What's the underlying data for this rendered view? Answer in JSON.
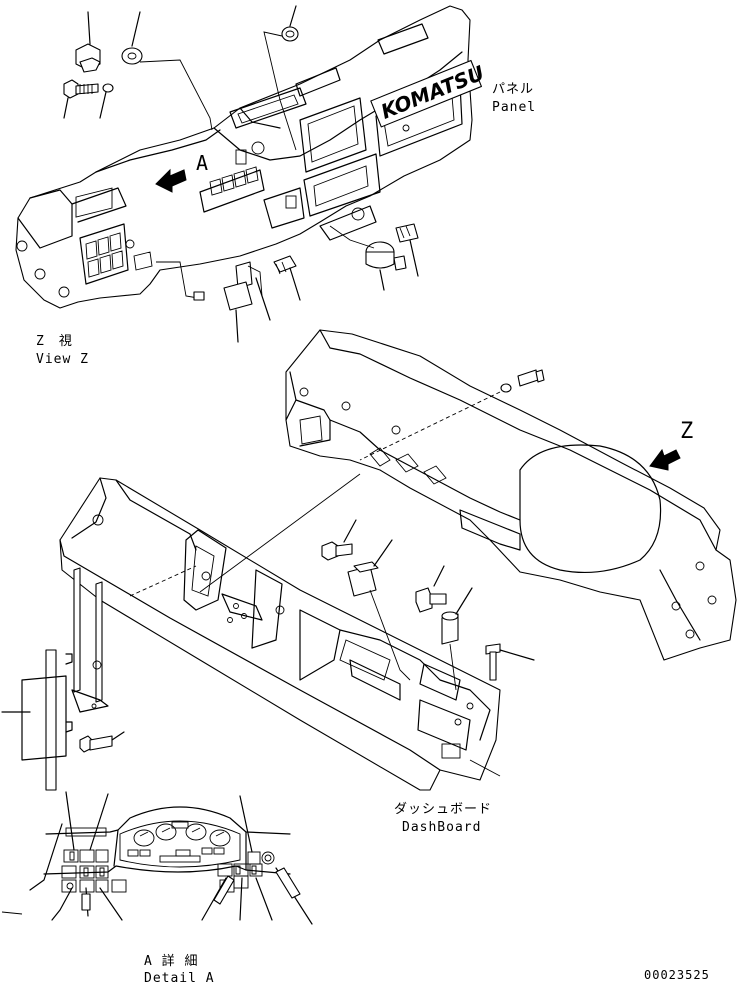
{
  "labels": {
    "panel_jp": "パネル",
    "panel_en": "Panel",
    "viewz_jp": "Z　視",
    "viewz_en": "View Z",
    "z_marker": "Z",
    "a_marker": "A",
    "dashboard_jp": "ダッシュボード",
    "dashboard_en": "DashBoard",
    "detail_jp": "A 詳 細",
    "detail_en": "Detail A",
    "part_number": "00023525"
  },
  "logo_text": "KOMATSU"
}
